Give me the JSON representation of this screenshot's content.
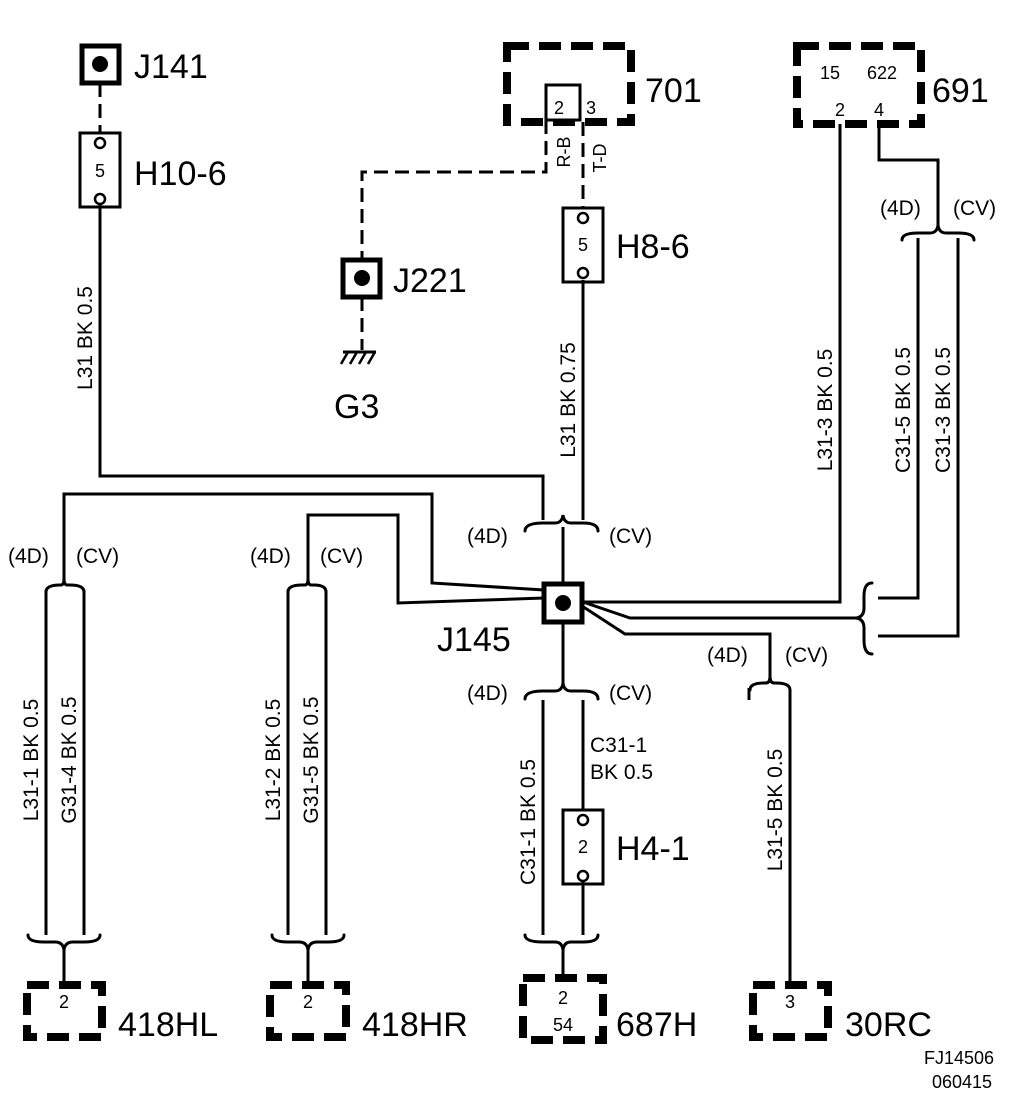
{
  "splices": {
    "j141": "J141",
    "j221": "J221",
    "j145": "J145"
  },
  "ground": "G3",
  "connectors": {
    "h10_6": {
      "label": "H10-6",
      "pin": "5"
    },
    "h8_6": {
      "label": "H8-6",
      "pin": "5"
    },
    "h4_1": {
      "label": "H4-1",
      "pin": "2"
    }
  },
  "components": {
    "c701": {
      "label": "701",
      "pins": [
        "2",
        "3"
      ]
    },
    "c691": {
      "label": "691",
      "top_pins": [
        "15",
        "622"
      ],
      "pins": [
        "2",
        "4"
      ]
    },
    "c418hl": {
      "label": "418HL",
      "pin": "2"
    },
    "c418hr": {
      "label": "418HR",
      "pin": "2"
    },
    "c687h": {
      "label": "687H",
      "pins": [
        "2",
        "54"
      ]
    },
    "c30rc": {
      "label": "30RC",
      "pin": "3"
    }
  },
  "wires": {
    "rb": "R-B",
    "td": "T-D",
    "l31_bk_05": "L31  BK  0.5",
    "l31_bk_075": "L31  BK  0.75",
    "l31_3": "L31-3  BK  0.5",
    "c31_5": "C31-5  BK  0.5",
    "c31_3": "C31-3  BK  0.5",
    "l31_1": "L31-1  BK  0.5",
    "g31_4": "G31-4  BK  0.5",
    "l31_2": "L31-2  BK  0.5",
    "g31_5": "G31-5  BK  0.5",
    "c31_1_left": "C31-1  BK  0.5",
    "c31_1_right_a": "C31-1",
    "c31_1_right_b": "BK    0.5",
    "l31_5": "L31-5  BK  0.5"
  },
  "variants": {
    "a": "(4D)",
    "b": "(CV)"
  },
  "figure_code": {
    "line1": "FJ14506",
    "line2": "060415"
  }
}
